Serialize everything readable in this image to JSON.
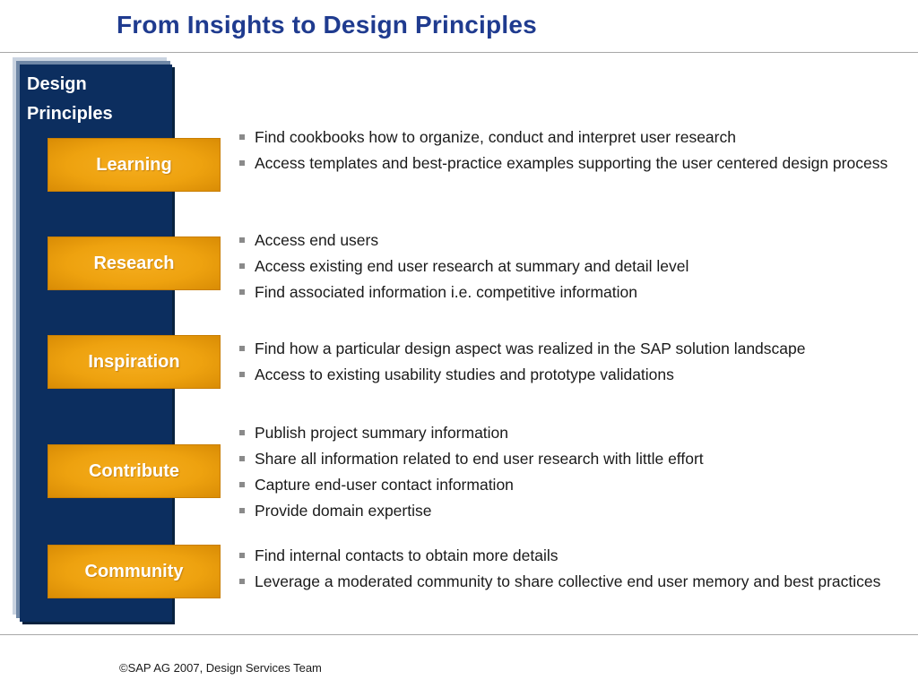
{
  "title": "From Insights to Design Principles",
  "panel_title_line1": "Design",
  "panel_title_line2": "Principles",
  "sections": [
    {
      "label": "Learning",
      "bullets": [
        "Find cookbooks how to organize, conduct and interpret user research",
        "Access templates and best-practice examples supporting the user centered design process"
      ]
    },
    {
      "label": "Research",
      "bullets": [
        "Access end users",
        "Access existing end user research at summary and detail level",
        "Find associated information i.e. competitive information"
      ]
    },
    {
      "label": "Inspiration",
      "bullets": [
        "Find how a particular design aspect was realized in the SAP solution landscape",
        "Access to existing usability studies and prototype validations"
      ]
    },
    {
      "label": "Contribute",
      "bullets": [
        "Publish project summary information",
        "Share all information related to end user research with little effort",
        "Capture end-user contact information",
        "Provide domain expertise"
      ]
    },
    {
      "label": "Community",
      "bullets": [
        "Find internal contacts to obtain more details",
        "Leverage a moderated community to share collective end user memory and best practices"
      ]
    }
  ],
  "footer": "©SAP AG 2007, Design Services Team",
  "colors": {
    "title": "#1f3b8f",
    "panel": "#0c2e5f",
    "tab": "#eea20f"
  }
}
